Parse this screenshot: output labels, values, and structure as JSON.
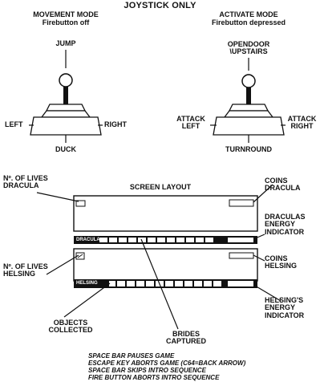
{
  "page_title": "JOYSTICK ONLY",
  "movement": {
    "title": "MOVEMENT MODE",
    "subtitle": "Firebutton off",
    "up": "JUMP",
    "left": "LEFT",
    "right": "RIGHT",
    "down": "DUCK"
  },
  "activate": {
    "title": "ACTIVATE MODE",
    "subtitle": "Firebutton depressed",
    "up_line1": "OPENDOOR",
    "up_line2": "\\UPSTAIRS",
    "left_line1": "ATTACK",
    "left_line2": "LEFT",
    "right_line1": "ATTACK",
    "right_line2": "RIGHT",
    "down": "TURNROUND"
  },
  "layout": {
    "title": "SCREEN LAYOUT",
    "bar_dracula": "DRACULA",
    "bar_helsing": "HELSING",
    "labels": {
      "lives_dracula_1": "Nº. OF LIVES",
      "lives_dracula_2": "DRACULA",
      "lives_helsing_1": "Nº. OF LIVES",
      "lives_helsing_2": "HELSING",
      "coins_dracula_1": "COINS",
      "coins_dracula_2": "DRACULA",
      "dracula_energy_1": "DRACULAS",
      "dracula_energy_2": "ENERGY",
      "dracula_energy_3": "INDICATOR",
      "coins_helsing_1": "COINS",
      "coins_helsing_2": "HELSING",
      "helsing_energy_1": "HELSING'S",
      "helsing_energy_2": "ENERGY",
      "helsing_energy_3": "INDICATOR",
      "objects_1": "OBJECTS",
      "objects_2": "COLLECTED",
      "brides_1": "BRIDES",
      "brides_2": "CAPTURED"
    }
  },
  "notes": [
    "SPACE BAR PAUSES GAME",
    "ESCAPE KEY ABORTS GAME (C64=BACK ARROW)",
    "SPACE BAR SKIPS INTRO SEQUENCE",
    "FIRE BUTTON ABORTS INTRO SEQUENCE"
  ]
}
